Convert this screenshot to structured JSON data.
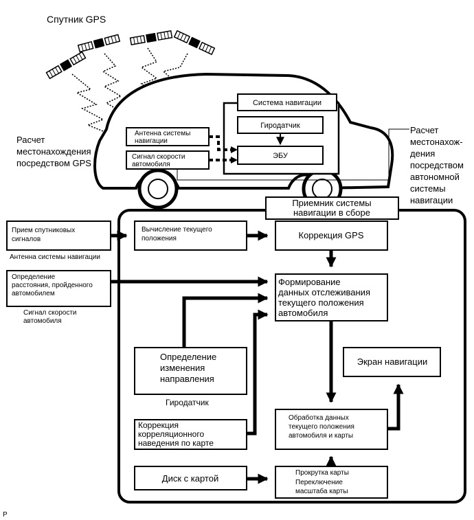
{
  "top": {
    "satellite_label": "Спутник GPS",
    "gps_calc": [
      "Расчет",
      "местонахождения",
      "посредством GPS"
    ],
    "auto_calc": [
      "Расчет",
      "местонахож-",
      "дения",
      "посредством",
      "автономной",
      "системы",
      "навигации"
    ]
  },
  "car": {
    "nav_system": "Система навигации",
    "gyro": "Гиродатчик",
    "ecu": "ЭБУ",
    "antenna": [
      "Антенна системы",
      "навигации"
    ],
    "speed_signal": [
      "Сигнал скорости",
      "автомобиля"
    ]
  },
  "receiver": {
    "title": [
      "Приемник системы",
      "навигации в сборе"
    ]
  },
  "inputs": {
    "satellite_box": [
      "Прием спутниковых",
      "сигналов"
    ],
    "antenna_caption": "Антенна системы навигации",
    "distance_box": [
      "Определение",
      "расстояния, пройденного",
      "автомобилем"
    ],
    "speed_caption": [
      "Сигнал скорости",
      "автомобиля"
    ]
  },
  "blocks": {
    "calc_position": [
      "Вычисление текущего",
      "положения"
    ],
    "gps_correction": "Коррекция GPS",
    "tracking": [
      "Формирование",
      "данных отслеживания",
      "текущего положения",
      "автомобиля"
    ],
    "direction": [
      "Определение",
      "изменения",
      "направления"
    ],
    "gyro_caption": "Гиродатчик",
    "nav_screen": "Экран навигации",
    "processing": [
      "Обработка данных",
      "текущего положения",
      "автомобиля и карты"
    ],
    "map_correction": [
      "Коррекция",
      "корреляционного",
      "наведения по карте"
    ],
    "map_disc": "Диск с картой",
    "scroll": [
      "Прокрутка карты",
      "Переключение",
      "масштаба карты"
    ]
  },
  "corner_mark": "P"
}
